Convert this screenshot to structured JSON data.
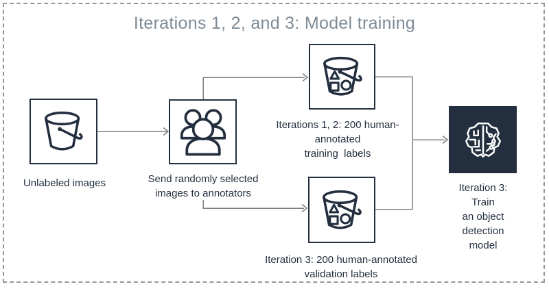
{
  "diagram": {
    "title": "Iterations 1, 2, and 3: Model training",
    "nodes": [
      {
        "id": "unlabeled-images",
        "icon": "s3-bucket-icon",
        "label": "Unlabeled images"
      },
      {
        "id": "annotators",
        "icon": "users-icon",
        "label": "Send randomly selected\nimages to annotators"
      },
      {
        "id": "training-labels",
        "icon": "s3-bucket-objects-icon",
        "label": "Iterations 1, 2: 200 human-\nannotated\ntraining  labels"
      },
      {
        "id": "validation-labels",
        "icon": "s3-bucket-objects-icon",
        "label": "Iteration 3: 200 human-annotated\nvalidation labels"
      },
      {
        "id": "model-training",
        "icon": "machine-learning-icon",
        "label": "Iteration 3: Train\nan object\ndetection model"
      }
    ],
    "edges": [
      {
        "from": "unlabeled-images",
        "to": "annotators"
      },
      {
        "from": "annotators",
        "to": "training-labels"
      },
      {
        "from": "annotators",
        "to": "validation-labels"
      },
      {
        "from": "training-labels",
        "to": "model-training"
      },
      {
        "from": "validation-labels",
        "to": "model-training"
      }
    ],
    "colors": {
      "icon_stroke": "#232f3e",
      "box_border": "#232f3e",
      "ml_box_fill": "#232f3e",
      "connector": "#7f7f7f",
      "dashed_border": "#8e99a3",
      "title_text": "#7d8b97",
      "label_text": "#232f3e",
      "background": "#ffffff"
    }
  }
}
